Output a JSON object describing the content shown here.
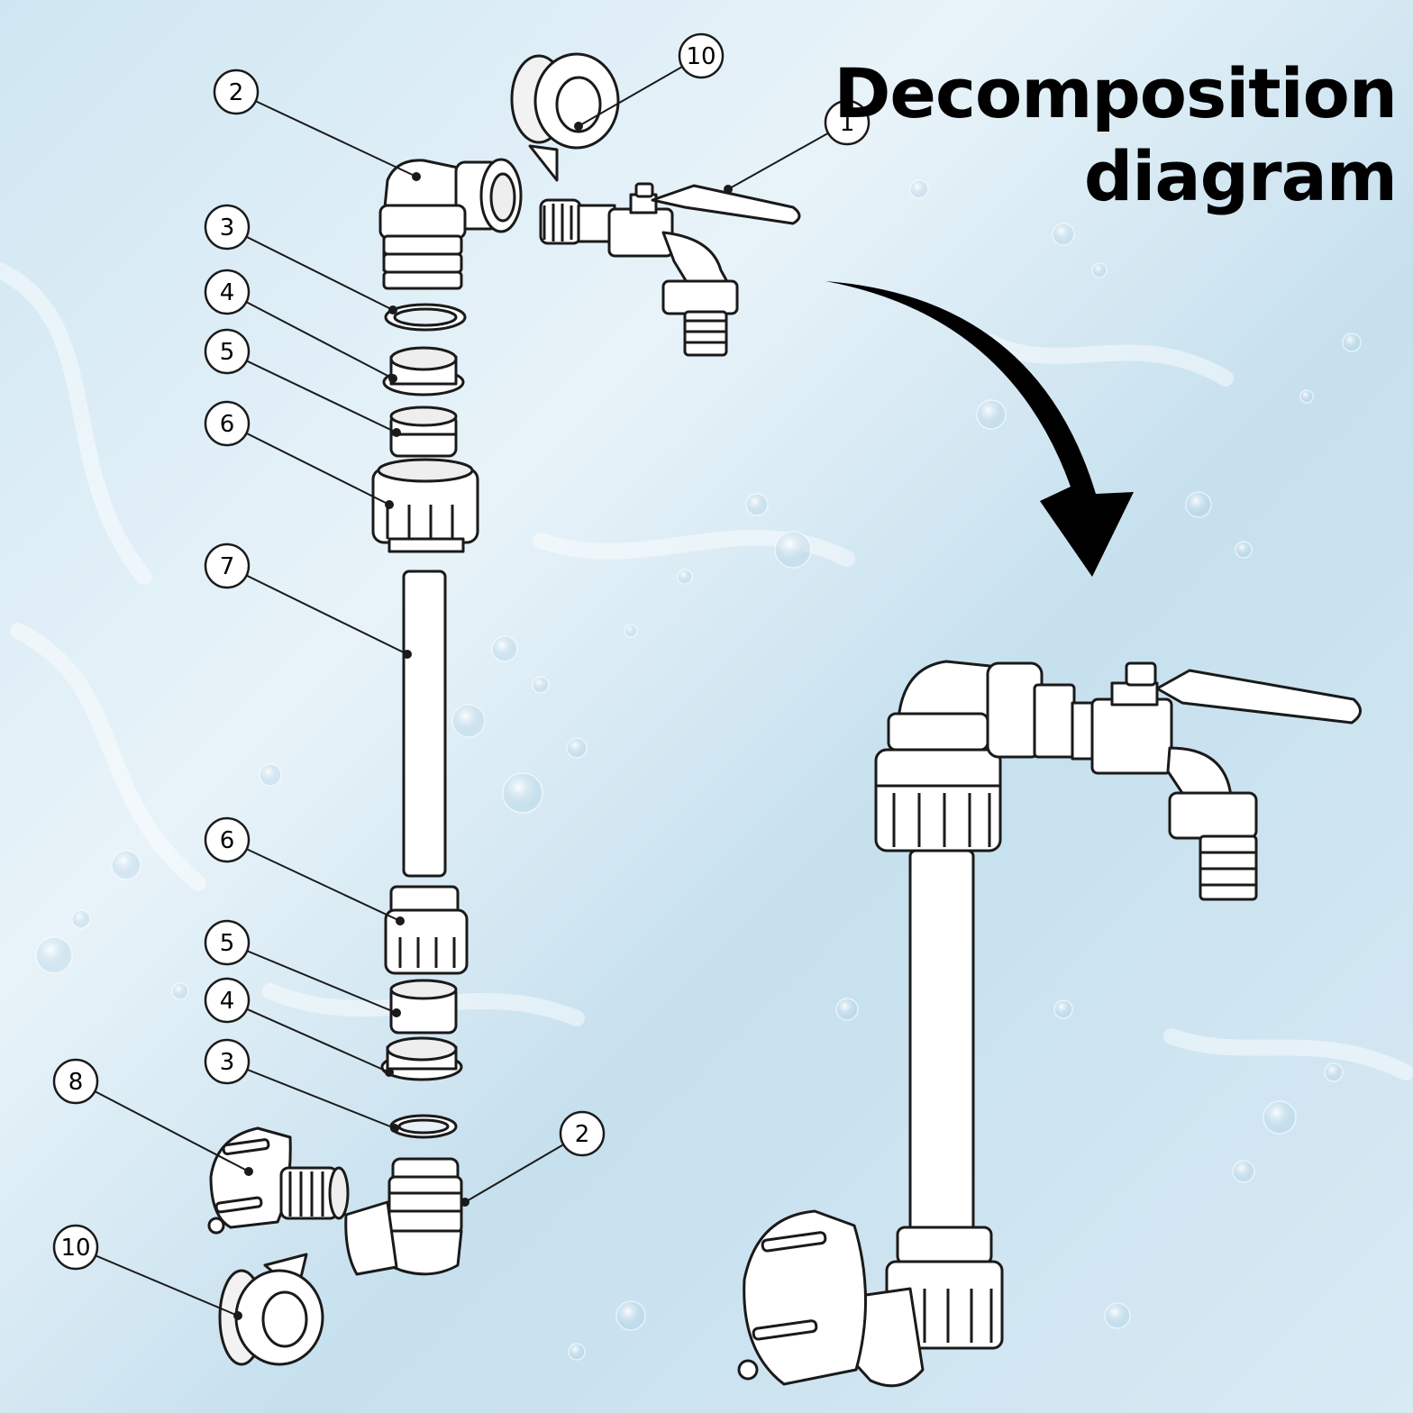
{
  "title": {
    "line1": "Decomposition",
    "line2": "diagram"
  },
  "callouts": [
    {
      "label": "2"
    },
    {
      "label": "10"
    },
    {
      "label": "1"
    },
    {
      "label": "3"
    },
    {
      "label": "4"
    },
    {
      "label": "5"
    },
    {
      "label": "6"
    },
    {
      "label": "7"
    },
    {
      "label": "6"
    },
    {
      "label": "5"
    },
    {
      "label": "4"
    },
    {
      "label": "3"
    },
    {
      "label": "8"
    },
    {
      "label": "2"
    },
    {
      "label": "10"
    }
  ],
  "colors": {
    "background_light": "#e4f1f8",
    "background_mid": "#bcd9ea",
    "line": "#1a1a1a",
    "part_fill": "#ffffff",
    "arrow": "#000000"
  }
}
